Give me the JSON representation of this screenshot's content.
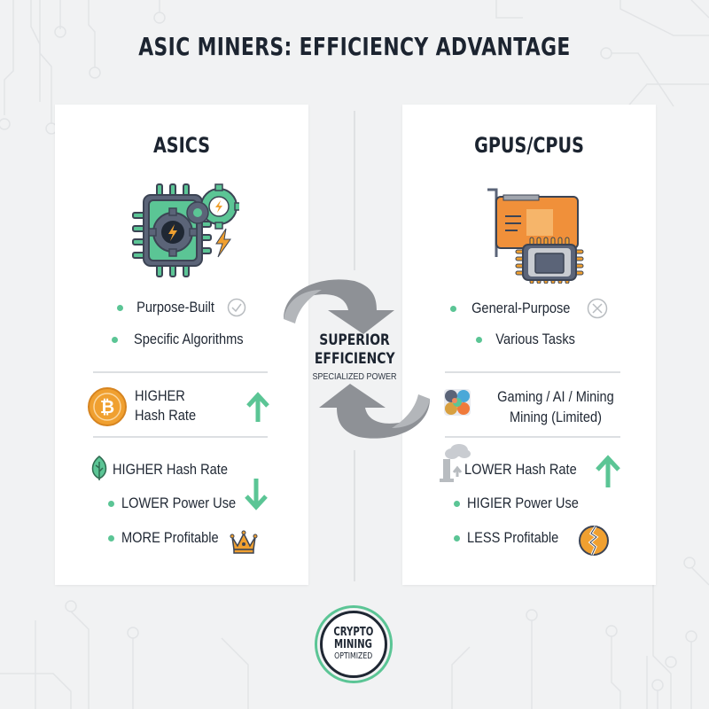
{
  "title": "ASIC MINERS: EFFICIENCY ADVANTAGE",
  "colors": {
    "accent_green": "#5bc595",
    "dark_text": "#1c2430",
    "orange": "#f0a030",
    "slate": "#5b6478",
    "arrow_gray": "#8e9196"
  },
  "left_card": {
    "title": "ASICS",
    "icon": "asic-chip-gear-icon",
    "features": [
      {
        "label": "Purpose-Built",
        "icon": "check-circle-icon"
      },
      {
        "label": "Specific Algorithms"
      }
    ],
    "hash_block": {
      "line1": "HIGHER",
      "line2": "Hash Rate",
      "icon": "bitcoin-icon",
      "indicator": "arrow-up-icon"
    },
    "stats": [
      {
        "label": "HIGHER Hash Rate",
        "icon": "leaf-icon"
      },
      {
        "label": "LOWER Power Use",
        "indicator": "arrow-down-icon"
      },
      {
        "label": "MORE Profitable",
        "icon": "crown-icon"
      }
    ]
  },
  "right_card": {
    "title": "GPUS/CPUS",
    "icon": "gpu-cpu-icon",
    "features": [
      {
        "label": "General-Purpose",
        "icon": "x-circle-icon"
      },
      {
        "label": "Various Tasks"
      }
    ],
    "use_block": {
      "line1": "Gaming / AI / Mining",
      "line2": "Mining (Limited)",
      "icon": "multi-use-icon"
    },
    "stats": [
      {
        "label": "LOWER Hash Rate",
        "icon": "factory-smoke-icon",
        "indicator": "arrow-up-icon"
      },
      {
        "label": "HIGIER Power Use"
      },
      {
        "label": "LESS Profitable",
        "icon": "broken-coin-icon"
      }
    ]
  },
  "center": {
    "line1": "SUPERIOR",
    "line2": "EFFICIENCY",
    "sub": "SPECIALIZED POWER"
  },
  "badge": {
    "line1": "CRYPTO",
    "line2": "MINING",
    "line3": "OPTIMIZED"
  }
}
